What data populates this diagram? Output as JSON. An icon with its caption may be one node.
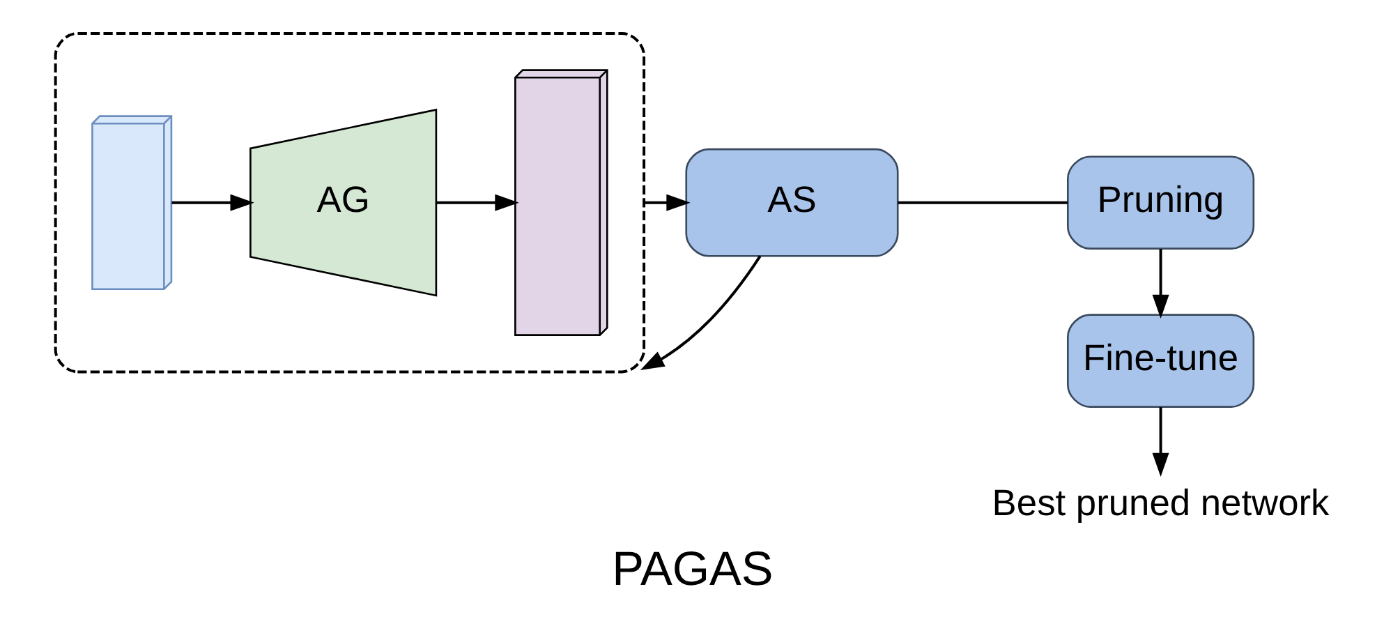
{
  "diagram": {
    "caption": "PAGAS",
    "nodes": [
      {
        "text": [],
        "shape": "box"
      },
      {
        "text": [],
        "shape": "box",
        "in": 0
      },
      {
        "text": [
          "AG"
        ],
        "in": 0
      },
      {
        "text": [],
        "shape": "box",
        "in": 0
      },
      {
        "text": [
          "AS"
        ]
      },
      {
        "text": [
          "Pruning"
        ]
      },
      {
        "text": [
          "Fine-tune"
        ]
      },
      {
        "text": [
          "Best pruned network"
        ]
      }
    ],
    "edges": [
      {
        "from": 1,
        "to": 2,
        "arrow": "to"
      },
      {
        "from": 2,
        "to": 3,
        "arrow": "to"
      },
      {
        "from": 0,
        "to": 4,
        "arrow": "to"
      },
      {
        "from": 4,
        "to": 0,
        "arrow": "to"
      },
      {
        "from": 4,
        "to": 5,
        "arrow": "none"
      },
      {
        "from": 5,
        "to": 6,
        "arrow": "to"
      },
      {
        "from": 6,
        "to": 7,
        "arrow": "to"
      }
    ]
  }
}
